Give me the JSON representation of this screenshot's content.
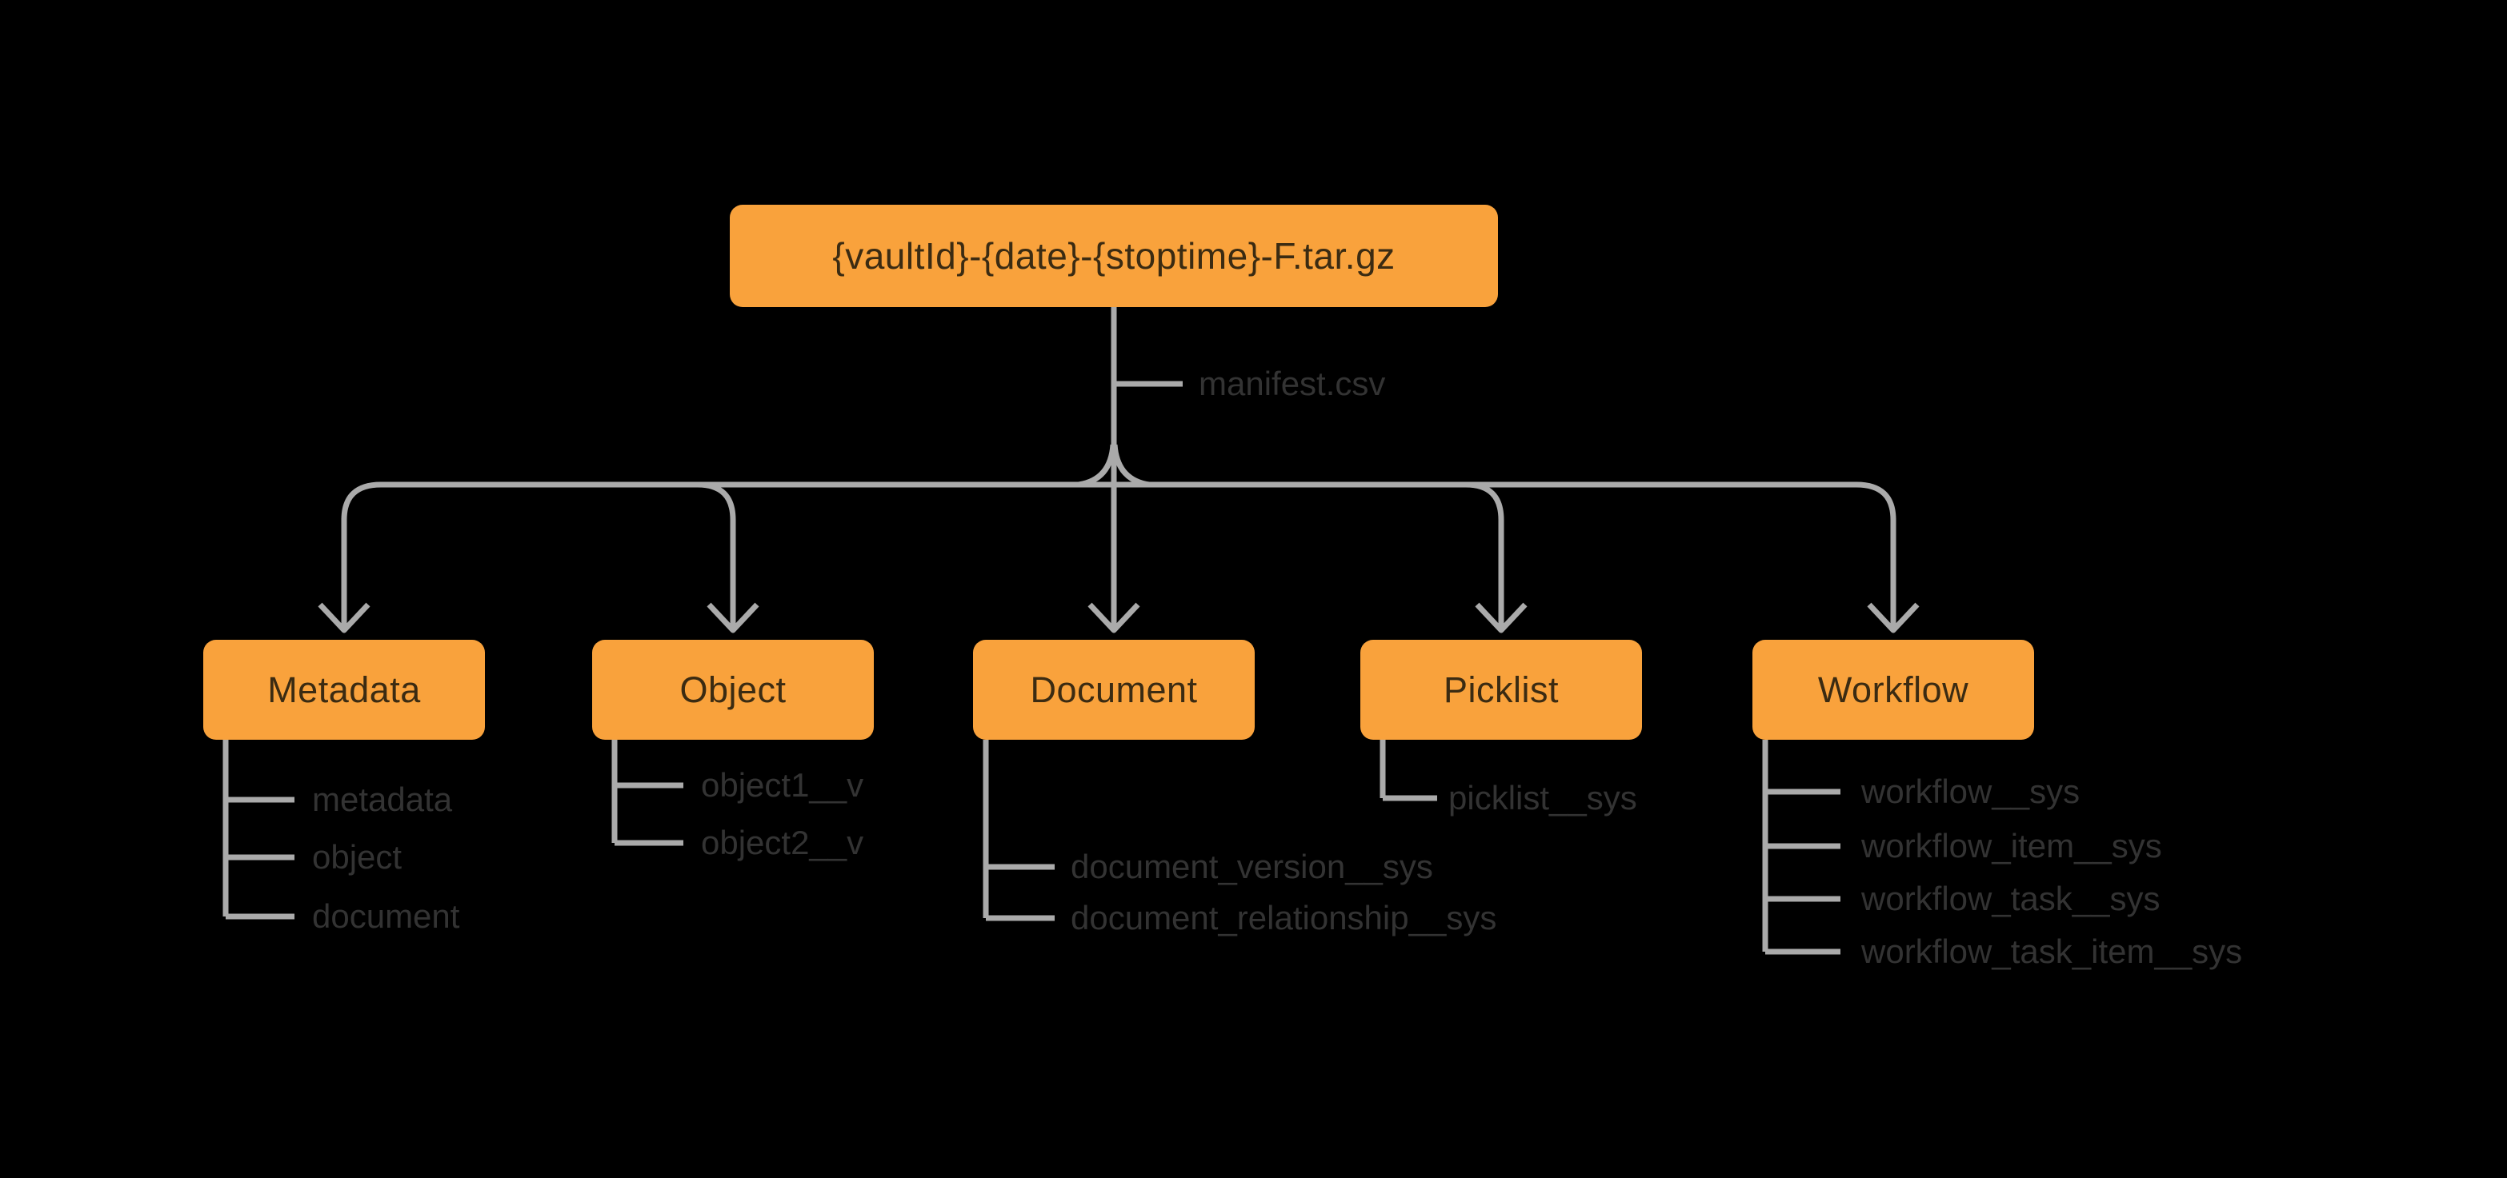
{
  "root": {
    "label": "{vaultId}-{date}-{stoptime}-F.tar.gz",
    "file": "manifest.csv"
  },
  "nodes": [
    {
      "label": "Metadata",
      "children": [
        "metadata",
        "object",
        "document"
      ]
    },
    {
      "label": "Object",
      "children": [
        "object1__v",
        "object2__v"
      ]
    },
    {
      "label": "Document",
      "children": [
        "document_version__sys",
        "document_relationship__sys"
      ]
    },
    {
      "label": "Picklist",
      "children": [
        "picklist__sys"
      ]
    },
    {
      "label": "Workflow",
      "children": [
        "workflow__sys",
        "workflow_item__sys",
        "workflow_task__sys",
        "workflow_task_item__sys"
      ]
    }
  ],
  "colors": {
    "background": "#000000",
    "node_fill": "#F9A23C",
    "node_text": "#3B2B12",
    "connector": "#AAAAAA",
    "file_text": "#333333"
  }
}
